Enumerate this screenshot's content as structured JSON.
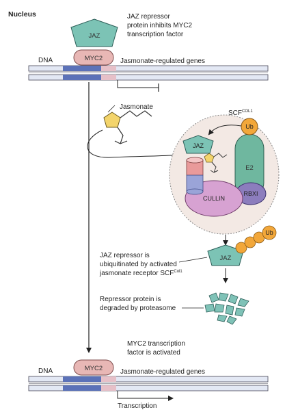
{
  "title": "Nucleus",
  "top": {
    "jaz_label": "JAZ",
    "myc2_label": "MYC2",
    "note_lines": [
      "JAZ repressor",
      "protein inhibits MYC2",
      "transcription factor"
    ],
    "dna_label": "DNA",
    "genes_label": "Jasmonate-regulated genes"
  },
  "hormone": {
    "label": "Jasmonate"
  },
  "complex": {
    "scf_label": "SCF",
    "scf_superscript": "COL1",
    "ub_label": "Ub",
    "jaz_label": "JAZ",
    "e2_label": "E2",
    "rbx_label": "RBXI",
    "cullin_label": "CULLIN"
  },
  "ubiquitinated": {
    "jaz_label": "JAZ",
    "ub_label": "Ub",
    "note_lines": [
      "JAZ repressor is",
      "ubiquitinated by activated",
      "jasmonate receptor SCF"
    ],
    "note_superscript": "Col1"
  },
  "degraded": {
    "note_lines": [
      "Repressor protein is",
      "degraded by proteasome"
    ]
  },
  "bottom": {
    "note_lines": [
      "MYC2 transcription",
      "factor is activated"
    ],
    "myc2_label": "MYC2",
    "dna_label": "DNA",
    "genes_label": "Jasmonate-regulated genes",
    "transcription_label": "Transcription"
  },
  "colors": {
    "jaz": "#7cc3b5",
    "myc2": "#e8b7b5",
    "dna_blue": "#5c72b8",
    "dna_pink": "#e6c0c8",
    "dna_light": "#e3e8f4",
    "scf_bg": "#f3e9e4",
    "e2": "#6fb79f",
    "cullin": "#d7a2d2",
    "rbx": "#8c7dbd",
    "ub": "#f2a73a",
    "fragments": "#7fc2b7"
  }
}
